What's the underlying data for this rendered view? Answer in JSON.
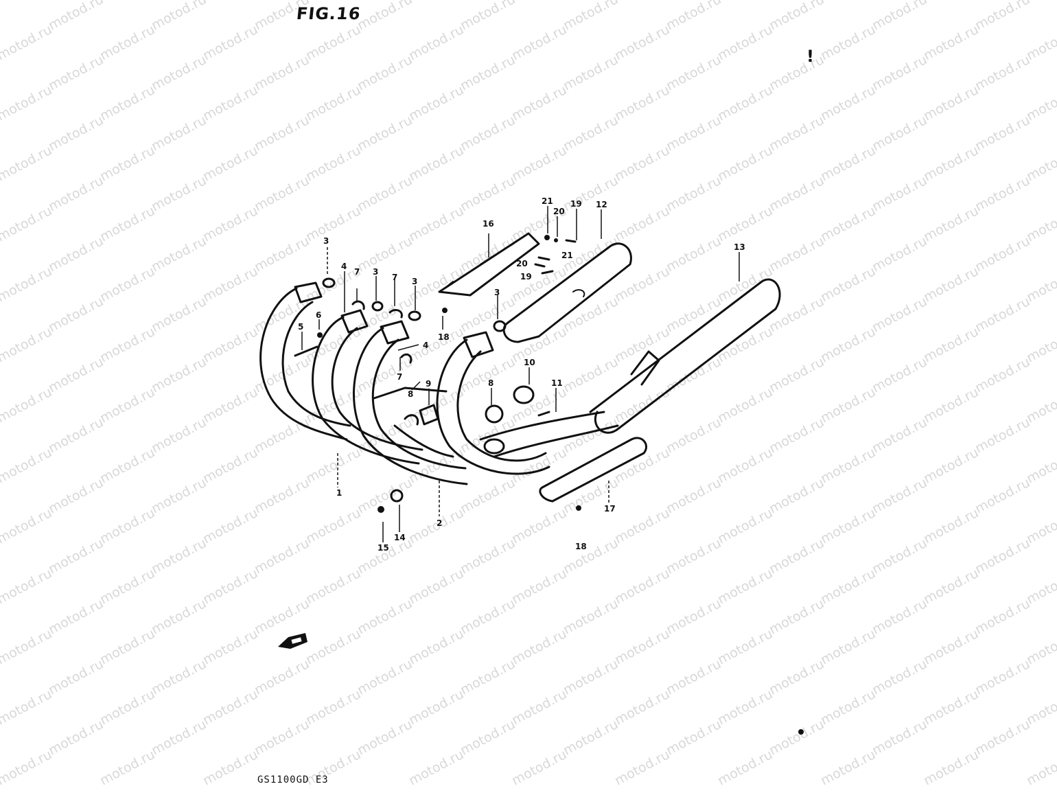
{
  "figure": {
    "title": "FIG.16",
    "model": "GS1100GD E3",
    "watermark": "motod.ru",
    "exclamation_mark": "!"
  },
  "callouts": [
    {
      "id": "c1",
      "text": "1"
    },
    {
      "id": "c2",
      "text": "2"
    },
    {
      "id": "c3a",
      "text": "3"
    },
    {
      "id": "c3b",
      "text": "3"
    },
    {
      "id": "c3c",
      "text": "3"
    },
    {
      "id": "c3d",
      "text": "3"
    },
    {
      "id": "c4a",
      "text": "4"
    },
    {
      "id": "c4b",
      "text": "4"
    },
    {
      "id": "c5",
      "text": "5"
    },
    {
      "id": "c6",
      "text": "6"
    },
    {
      "id": "c7a",
      "text": "7"
    },
    {
      "id": "c7b",
      "text": "7"
    },
    {
      "id": "c7c",
      "text": "7"
    },
    {
      "id": "c8a",
      "text": "8"
    },
    {
      "id": "c8b",
      "text": "8"
    },
    {
      "id": "c9",
      "text": "9"
    },
    {
      "id": "c10",
      "text": "10"
    },
    {
      "id": "c11",
      "text": "11"
    },
    {
      "id": "c12",
      "text": "12"
    },
    {
      "id": "c13",
      "text": "13"
    },
    {
      "id": "c14",
      "text": "14"
    },
    {
      "id": "c15",
      "text": "15"
    },
    {
      "id": "c16",
      "text": "16"
    },
    {
      "id": "c17",
      "text": "17"
    },
    {
      "id": "c18a",
      "text": "18"
    },
    {
      "id": "c18b",
      "text": "18"
    },
    {
      "id": "c19a",
      "text": "19"
    },
    {
      "id": "c19b",
      "text": "19"
    },
    {
      "id": "c20a",
      "text": "20"
    },
    {
      "id": "c20b",
      "text": "20"
    },
    {
      "id": "c21a",
      "text": "21"
    },
    {
      "id": "c21b",
      "text": "21"
    }
  ]
}
